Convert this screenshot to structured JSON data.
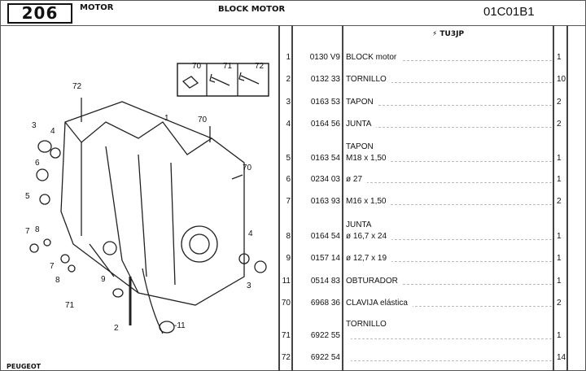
{
  "header": {
    "logo": "206",
    "section": "MOTOR",
    "title": "BLOCK MOTOR",
    "code": "01C01B1"
  },
  "table": {
    "engine": "TU3JP",
    "rows": [
      {
        "n": "1",
        "ref": "0130 V9",
        "l1": "",
        "l2": "BLOCK motor",
        "q": "1"
      },
      {
        "n": "2",
        "ref": "0132 33",
        "l1": "",
        "l2": "TORNILLO",
        "q": "10"
      },
      {
        "n": "3",
        "ref": "0163 53",
        "l1": "",
        "l2": "TAPON",
        "q": "2"
      },
      {
        "n": "4",
        "ref": "0164 56",
        "l1": "",
        "l2": "JUNTA",
        "q": "2"
      },
      {
        "n": "5",
        "ref": "0163 54",
        "l1": "TAPON",
        "l2": "M18 x 1,50",
        "q": "1"
      },
      {
        "n": "6",
        "ref": "0234 03",
        "l1": "",
        "l2": "ø 27",
        "q": "1"
      },
      {
        "n": "7",
        "ref": "0163 93",
        "l1": "",
        "l2": "M16 x 1,50",
        "q": "2"
      },
      {
        "n": "8",
        "ref": "0164 54",
        "l1": "JUNTA",
        "l2": "ø 16,7 x 24",
        "q": "1"
      },
      {
        "n": "9",
        "ref": "0157 14",
        "l1": "",
        "l2": "ø 12,7 x 19",
        "q": "1"
      },
      {
        "n": "11",
        "ref": "0514 83",
        "l1": "",
        "l2": "OBTURADOR",
        "q": "1"
      },
      {
        "n": "70",
        "ref": "6968 36",
        "l1": "",
        "l2": "CLAVIJA elástica",
        "q": "2"
      },
      {
        "n": "71",
        "ref": "6922 55",
        "l1": "TORNILLO",
        "l2": "",
        "q": "1"
      },
      {
        "n": "72",
        "ref": "6922 54",
        "l1": "",
        "l2": "",
        "q": "14"
      }
    ]
  },
  "callouts": [
    "70",
    "71",
    "72",
    "72",
    "1",
    "70",
    "3",
    "4",
    "6",
    "5",
    "70",
    "7",
    "8",
    "4",
    "7",
    "8",
    "3",
    "9",
    "71",
    "2",
    "-11"
  ],
  "footer": "PEUGEOT"
}
